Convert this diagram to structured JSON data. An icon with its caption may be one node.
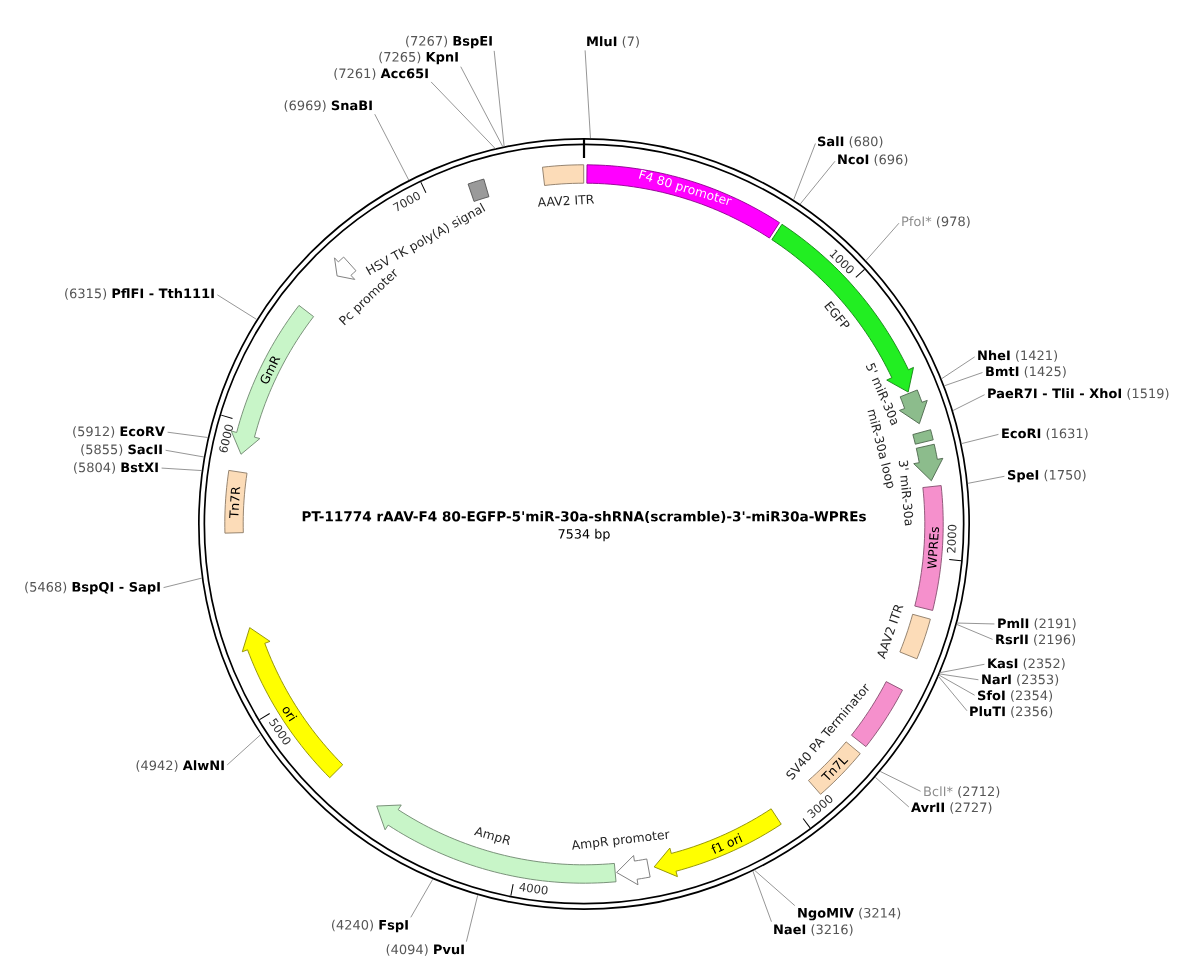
{
  "diagram": {
    "title": "PT-11774 rAAV-F4 80-EGFP-5'miR-30a-shRNA(scramble)-3'-miR30a-WPREs",
    "nodes": [
      {
        "text": [],
        "shape": "circle"
      },
      {
        "text": [
          "AAV2 ITR"
        ],
        "in": 0
      },
      {
        "text": [
          "F4 80 promoter"
        ],
        "in": 0
      },
      {
        "text": [
          "EGFP"
        ],
        "in": 0
      },
      {
        "text": [
          "5' miR-30a"
        ],
        "in": 0
      },
      {
        "text": [
          "miR-30a loop"
        ],
        "in": 0
      },
      {
        "text": [
          "3' miR-30a"
        ],
        "in": 0
      },
      {
        "text": [
          "WPREs"
        ],
        "in": 0
      },
      {
        "text": [
          "AAV2 ITR"
        ],
        "in": 0
      },
      {
        "text": [
          "SV40 PA Terminator"
        ],
        "in": 0
      },
      {
        "text": [
          "Tn7L"
        ],
        "in": 0
      },
      {
        "text": [
          "f1 ori"
        ],
        "in": 0
      },
      {
        "text": [
          "AmpR promoter"
        ],
        "in": 0
      },
      {
        "text": [
          "AmpR"
        ],
        "in": 0
      },
      {
        "text": [
          "ori"
        ],
        "in": 0
      },
      {
        "text": [
          "Tn7R"
        ],
        "in": 0
      },
      {
        "text": [
          "GmR"
        ],
        "in": 0
      },
      {
        "text": [
          "Pc promoter"
        ],
        "in": 0
      },
      {
        "text": [
          "HSV TK poly(A) signal"
        ],
        "in": 0
      },
      {
        "text": [
          "MluI",
          "(7)"
        ]
      },
      {
        "text": [
          "SalI",
          "(680)"
        ]
      },
      {
        "text": [
          "NcoI",
          "(696)"
        ]
      },
      {
        "text": [
          "PfoI*",
          "(978)"
        ]
      },
      {
        "text": [
          "NheI",
          "(1421)"
        ]
      },
      {
        "text": [
          "BmtI",
          "(1425)"
        ]
      },
      {
        "text": [
          "PaeR7I - TliI - XhoI",
          "(1519)"
        ]
      },
      {
        "text": [
          "EcoRI",
          "(1631)"
        ]
      },
      {
        "text": [
          "SpeI",
          "(1750)"
        ]
      },
      {
        "text": [
          "PmlI",
          "(2191)"
        ]
      },
      {
        "text": [
          "RsrII",
          "(2196)"
        ]
      },
      {
        "text": [
          "KasI",
          "(2352)"
        ]
      },
      {
        "text": [
          "NarI",
          "(2353)"
        ]
      },
      {
        "text": [
          "SfoI",
          "(2354)"
        ]
      },
      {
        "text": [
          "PluTI",
          "(2356)"
        ]
      },
      {
        "text": [
          "BclI*",
          "(2712)"
        ]
      },
      {
        "text": [
          "AvrII",
          "(2727)"
        ]
      },
      {
        "text": [
          "NgoMIV",
          "(3214)"
        ]
      },
      {
        "text": [
          "NaeI",
          "(3216)"
        ]
      },
      {
        "text": [
          "(4094)",
          "PvuI"
        ]
      },
      {
        "text": [
          "(4240)",
          "FspI"
        ]
      },
      {
        "text": [
          "(4942)",
          "AlwNI"
        ]
      },
      {
        "text": [
          "(5468)",
          "BspQI - SapI"
        ]
      },
      {
        "text": [
          "(5804)",
          "BstXI"
        ]
      },
      {
        "text": [
          "(5855)",
          "SacII"
        ]
      },
      {
        "text": [
          "(5912)",
          "EcoRV"
        ]
      },
      {
        "text": [
          "(6315)",
          "PflFI - Tth111I"
        ]
      },
      {
        "text": [
          "(6969)",
          "SnaBI"
        ]
      },
      {
        "text": [
          "(7261)",
          "Acc65I"
        ]
      },
      {
        "text": [
          "(7265)",
          "KpnI"
        ]
      },
      {
        "text": [
          "(7267)",
          "BspEI"
        ]
      }
    ],
    "edges": [
      {
        "from": 19,
        "to": 0,
        "arrow": "none"
      },
      {
        "from": 20,
        "to": 0,
        "arrow": "none"
      },
      {
        "from": 21,
        "to": 0,
        "arrow": "none"
      },
      {
        "from": 22,
        "to": 0,
        "arrow": "none"
      },
      {
        "from": 23,
        "to": 0,
        "arrow": "none"
      },
      {
        "from": 24,
        "to": 0,
        "arrow": "none"
      },
      {
        "from": 25,
        "to": 0,
        "arrow": "none"
      },
      {
        "from": 26,
        "to": 0,
        "arrow": "none"
      },
      {
        "from": 27,
        "to": 0,
        "arrow": "none"
      },
      {
        "from": 28,
        "to": 0,
        "arrow": "none"
      },
      {
        "from": 29,
        "to": 0,
        "arrow": "none"
      },
      {
        "from": 30,
        "to": 0,
        "arrow": "none"
      },
      {
        "from": 31,
        "to": 0,
        "arrow": "none"
      },
      {
        "from": 32,
        "to": 0,
        "arrow": "none"
      },
      {
        "from": 33,
        "to": 0,
        "arrow": "none"
      },
      {
        "from": 34,
        "to": 0,
        "arrow": "none"
      },
      {
        "from": 35,
        "to": 0,
        "arrow": "none"
      },
      {
        "from": 36,
        "to": 0,
        "arrow": "none"
      },
      {
        "from": 37,
        "to": 0,
        "arrow": "none"
      },
      {
        "from": 38,
        "to": 0,
        "arrow": "none"
      },
      {
        "from": 39,
        "to": 0,
        "arrow": "none"
      },
      {
        "from": 40,
        "to": 0,
        "arrow": "none"
      },
      {
        "from": 41,
        "to": 0,
        "arrow": "none"
      },
      {
        "from": 42,
        "to": 0,
        "arrow": "none"
      },
      {
        "from": 43,
        "to": 0,
        "arrow": "none"
      },
      {
        "from": 44,
        "to": 0,
        "arrow": "none"
      },
      {
        "from": 45,
        "to": 0,
        "arrow": "none"
      },
      {
        "from": 46,
        "to": 0,
        "arrow": "none"
      },
      {
        "from": 47,
        "to": 0,
        "arrow": "none"
      },
      {
        "from": 48,
        "to": 0,
        "arrow": "none"
      },
      {
        "from": 49,
        "to": 0,
        "arrow": "none"
      }
    ],
    "labels": [
      "7534 bp",
      "1000",
      "2000",
      "3000",
      "4000",
      "5000",
      "6000",
      "7000"
    ]
  }
}
